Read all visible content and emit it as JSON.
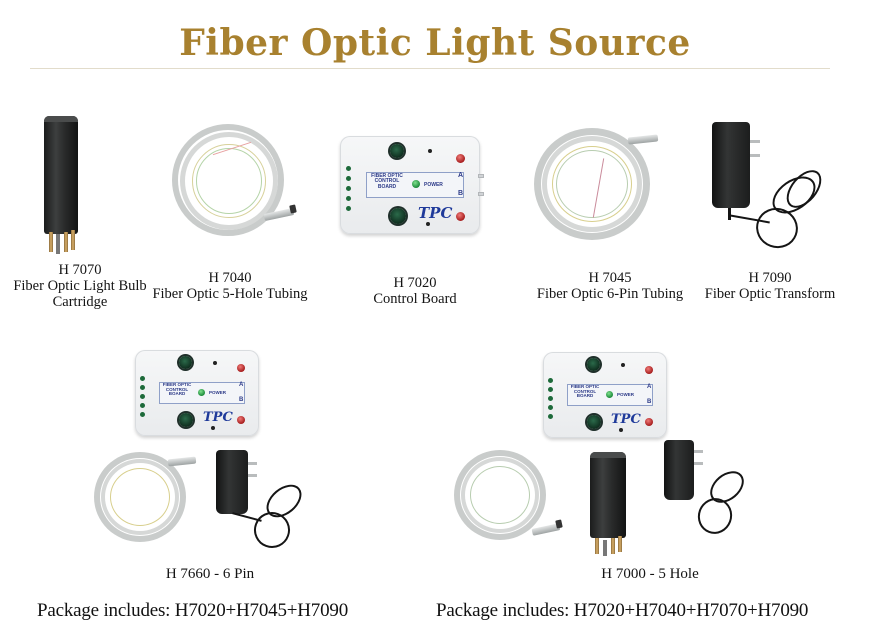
{
  "header": {
    "title": "Fiber Optic Light Source",
    "title_color": "#a8812f"
  },
  "products": [
    {
      "code": "H 7070",
      "name_line1": "Fiber Optic Light Bulb",
      "name_line2": "Cartridge",
      "icon": "bulb-cartridge-image"
    },
    {
      "code": "H 7040",
      "name_line1": "Fiber Optic 5-Hole Tubing",
      "icon": "tubing-coil-image"
    },
    {
      "code": "H 7020",
      "name_line1": "Control Board",
      "icon": "control-board-image"
    },
    {
      "code": "H 7045",
      "name_line1": "Fiber Optic 6-Pin Tubing",
      "icon": "tubing-coil-image"
    },
    {
      "code": "H 7090",
      "name_line1": "Fiber Optic Transform",
      "icon": "power-adapter-image"
    }
  ],
  "control_board": {
    "panel_line1": "FIBER OPTIC",
    "panel_line2": "CONTROL",
    "panel_line3": "BOARD",
    "power_label": "POWER",
    "port_a": "A",
    "port_b": "B",
    "brand": "TPC"
  },
  "packages": [
    {
      "title": "H 7660 - 6 Pin",
      "includes": "Package includes: H7020+H7045+H7090"
    },
    {
      "title": "H 7000 - 5 Hole",
      "includes": "Package includes: H7020+H7040+H7070+H7090"
    }
  ]
}
